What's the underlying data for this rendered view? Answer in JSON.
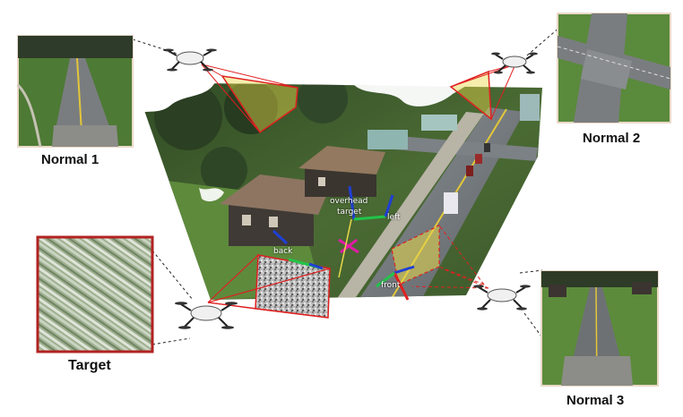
{
  "views": {
    "normal1": "Normal 1",
    "normal2": "Normal 2",
    "normal3": "Normal 3",
    "target": "Target"
  },
  "scene": {
    "overhead": "overhead",
    "target": "target",
    "left": "left",
    "back": "back",
    "front": "front"
  },
  "colors": {
    "frustum_red": "#e02020",
    "patch_yellow": "#e8d94a",
    "axis_green": "#22c44a",
    "axis_blue": "#1f3fd6",
    "axis_magenta": "#e31aa8",
    "thumb_border": "#e9d8c8",
    "target_border": "#b22222"
  }
}
